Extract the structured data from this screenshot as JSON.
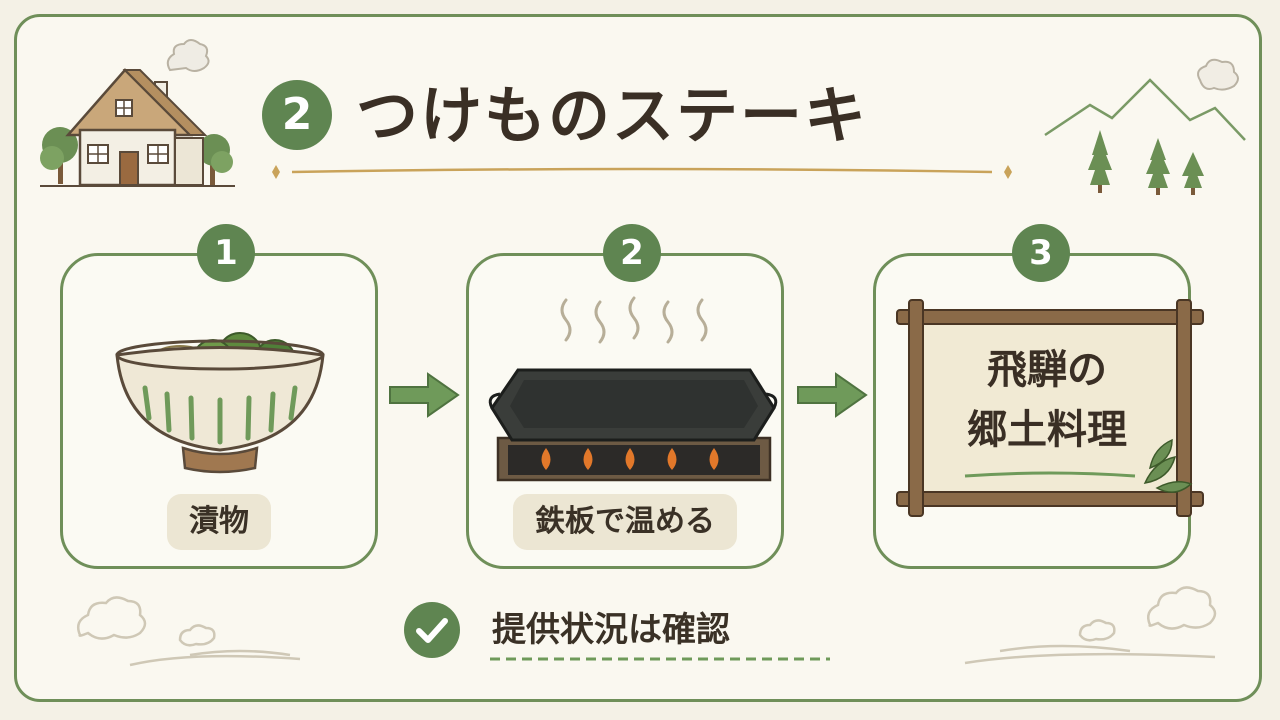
{
  "title": {
    "number": "2",
    "text": "つけものステーキ"
  },
  "steps": [
    {
      "number": "1",
      "label": "漬物"
    },
    {
      "number": "2",
      "label": "鉄板で温める"
    },
    {
      "number": "3",
      "sign_line1": "飛騨の",
      "sign_line2": "郷土料理"
    }
  ],
  "note": {
    "text": "提供状況は確認"
  },
  "colors": {
    "accent_green": "#5f8551",
    "frame_green": "#6f8f59",
    "background": "#faf8f0",
    "pill": "#ece6d3"
  }
}
